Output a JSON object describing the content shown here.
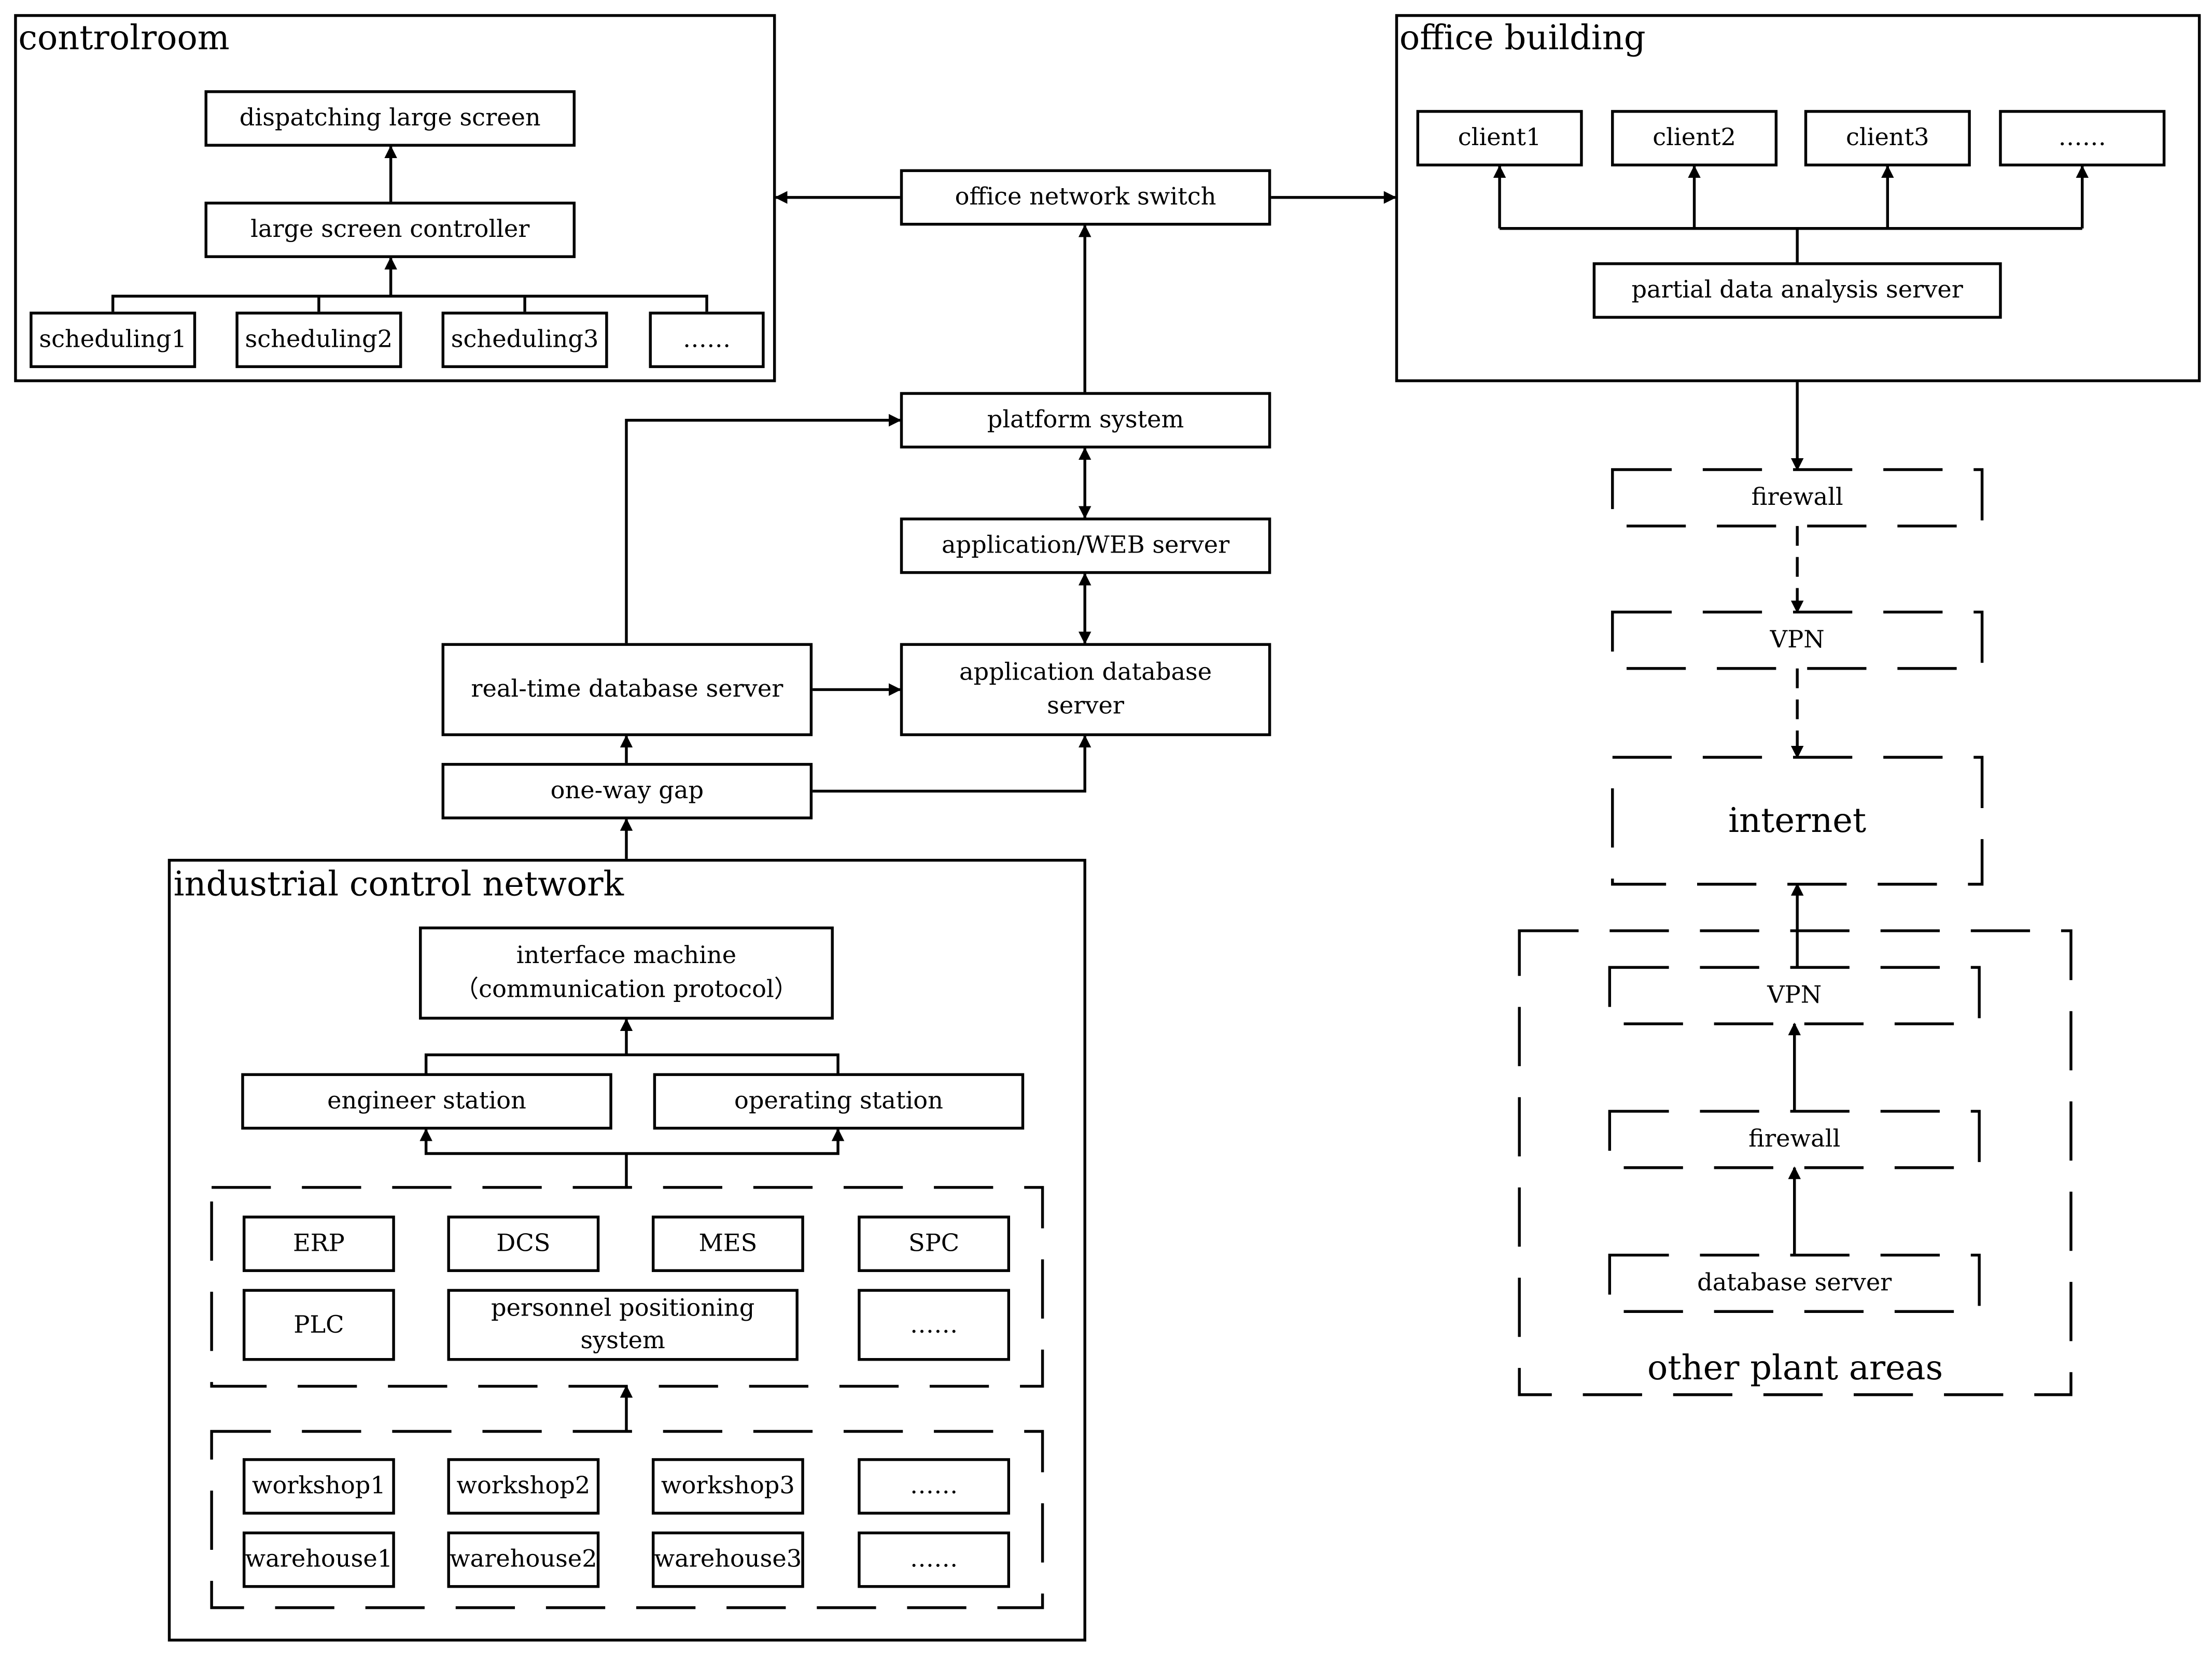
{
  "groups": {
    "controlroom": "controlroom",
    "office_building": "office building",
    "industrial_control_network": "industrial control network",
    "other_plant_areas": "other plant areas"
  },
  "controlroom": {
    "dispatching_large_screen": "dispatching large screen",
    "large_screen_controller": "large screen controller",
    "scheduling": [
      "scheduling1",
      "scheduling2",
      "scheduling3",
      "……"
    ]
  },
  "center": {
    "office_network_switch": "office network switch",
    "platform_system": "platform system",
    "application_web_server": "application/WEB server",
    "application_database_server_line1": "application database",
    "application_database_server_line2": "server",
    "realtime_database_server": "real-time database server",
    "one_way_gap": "one-way gap"
  },
  "office": {
    "clients": [
      "client1",
      "client2",
      "client3",
      "……"
    ],
    "partial_data_analysis_server": "partial data analysis server"
  },
  "external": {
    "firewall_top": "firewall",
    "vpn_top": "VPN",
    "internet": "internet",
    "vpn_bottom": "VPN",
    "firewall_bottom": "firewall",
    "database_server": "database server"
  },
  "industrial": {
    "interface_machine_line1": "interface machine",
    "interface_machine_line2": "（communication protocol）",
    "engineer_station": "engineer station",
    "operating_station": "operating station",
    "systems_row1": [
      "ERP",
      "DCS",
      "MES",
      "SPC"
    ],
    "plc": "PLC",
    "personnel_line1": "personnel positioning",
    "personnel_line2": "system",
    "systems_more": "……",
    "workshops": [
      "workshop1",
      "workshop2",
      "workshop3",
      "……"
    ],
    "warehouses": [
      "warehouse1",
      "warehouse2",
      "warehouse3",
      "……"
    ]
  }
}
